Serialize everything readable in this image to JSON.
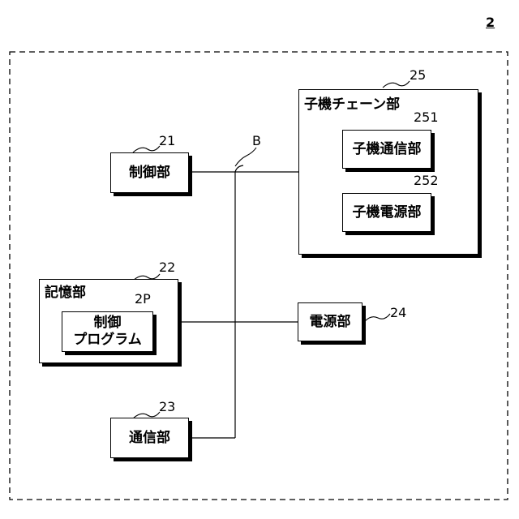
{
  "figure_number": "2",
  "bus_label": "B",
  "blocks": {
    "control": {
      "label": "制御部",
      "ref": "21"
    },
    "storage": {
      "label": "記憶部",
      "ref": "22"
    },
    "program": {
      "line1": "制御",
      "line2": "プログラム",
      "ref": "2P"
    },
    "comm": {
      "label": "通信部",
      "ref": "23"
    },
    "power": {
      "label": "電源部",
      "ref": "24"
    },
    "chain": {
      "label": "子機チェーン部",
      "ref": "25"
    },
    "chain_comm": {
      "label": "子機通信部",
      "ref": "251"
    },
    "chain_power": {
      "label": "子機電源部",
      "ref": "252"
    }
  }
}
